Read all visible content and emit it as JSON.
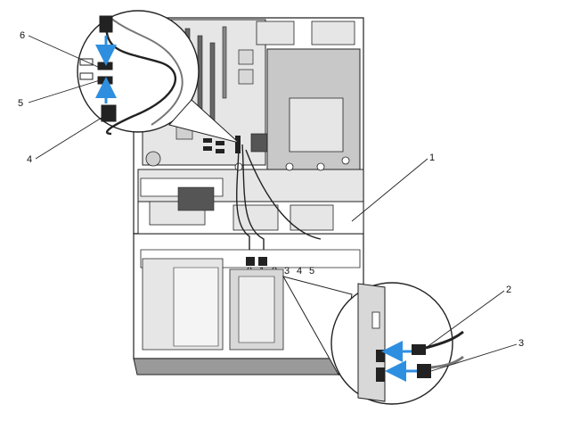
{
  "diagram": {
    "callouts": [
      {
        "id": "1",
        "label": "1"
      },
      {
        "id": "2",
        "label": "2"
      },
      {
        "id": "3",
        "label": "3"
      },
      {
        "id": "4",
        "label": "4"
      },
      {
        "id": "5",
        "label": "5"
      },
      {
        "id": "6",
        "label": "6"
      }
    ],
    "connector_labels": [
      "0",
      "1",
      "2",
      "3",
      "4",
      "5"
    ],
    "colors": {
      "outline": "#222222",
      "arrow": "#2e8fe0",
      "shade_light": "#e6e6e6",
      "shade_mid": "#c8c8c8",
      "shade_dark": "#9a9a9a",
      "background": "#ffffff"
    }
  }
}
